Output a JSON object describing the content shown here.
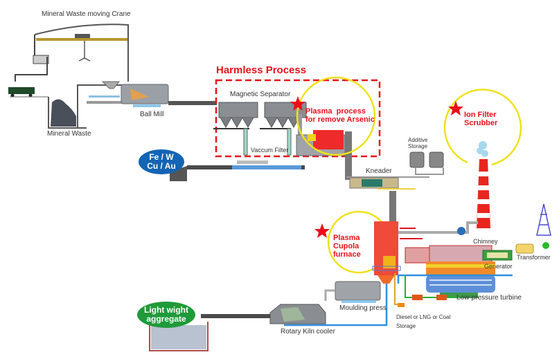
{
  "title": "Harmless Process",
  "labels": {
    "crane": "Mineral Waste moving Crane",
    "mineral_waste": "Mineral Waste",
    "ball_mill": "Ball Mill",
    "magnetic_separator": "Magnetic Separator",
    "vaccum_filter": "Vaccum Filter",
    "kneader": "Kneader",
    "additive_storage_1": "Additive",
    "additive_storage_2": "Storage",
    "chimney": "Chimney",
    "generator": "Generator",
    "transformer": "Transformer",
    "low_pressure_turbine": "Low-pressure turbine",
    "moulding_press": "Moulding press",
    "fuel_storage_1": "Diesel or LNG or Coal",
    "fuel_storage_2": "Storage",
    "rotary_kiln": "Rotary Kiln cooler"
  },
  "highlights": {
    "plasma_arsenic_1": "Plasma  process",
    "plasma_arsenic_2": "for remove Arsenic",
    "ion_filter_1": "Ion Filter",
    "ion_filter_2": "Scrubber",
    "plasma_cupola_1": "Plasma",
    "plasma_cupola_2": "Cupola",
    "plasma_cupola_3": "furnace"
  },
  "badges": {
    "metals_1": "Fe / W",
    "metals_2": "Cu / Au",
    "aggregate_1": "Light wight",
    "aggregate_2": "aggregate"
  },
  "colors": {
    "accent_red": "#e8101a",
    "highlight_yellow": "#f0e21a",
    "metals_badge": "#1464b4",
    "aggregate_badge": "#1f9a3a",
    "pipe_blue": "#2e8fe0",
    "pipe_green": "#27b02a"
  }
}
